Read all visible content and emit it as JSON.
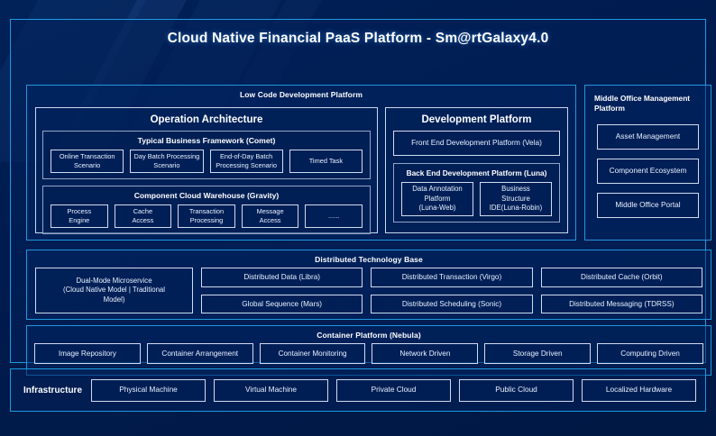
{
  "title": "Cloud Native Financial PaaS Platform - Sm@rtGalaxy4.0",
  "low_code": {
    "title": "Low Code Development Platform",
    "operation_architecture": {
      "title": "Operation Architecture",
      "business_framework": {
        "title": "Typical Business Framework (Comet)",
        "items": [
          "Online Transaction\nScenario",
          "Day Batch Processing\nScenario",
          "End-of-Day Batch\nProcessing Scenario",
          "Timed Task"
        ]
      },
      "component_warehouse": {
        "title": "Component Cloud Warehouse (Gravity)",
        "items": [
          "Process\nEngine",
          "Cache\nAccess",
          "Transaction\nProcessing",
          "Message\nAccess",
          "......"
        ]
      }
    },
    "development_platform": {
      "title": "Development Platform",
      "front_end": "Front End Development Platform (Vela)",
      "back_end": {
        "title": "Back End Development Platform (Luna)",
        "items": [
          "Data Annotation\nPlatform\n(Luna-Web)",
          "Business\nStructure\nIDE(Luna-Robin)"
        ]
      }
    }
  },
  "middle_office": {
    "title": "Middle Office Management Platform",
    "items": [
      "Asset Management",
      "Component Ecosystem",
      "Middle Office Portal"
    ]
  },
  "distributed_technology_base": {
    "title": "Distributed Technology Base",
    "dual_mode": "Dual-Mode Microservice\n(Cloud Native Model | Traditional\nModel)",
    "columns": [
      [
        "Distributed Data (Libra)",
        "Global Sequence (Mars)"
      ],
      [
        "Distributed Transaction (Virgo)",
        "Distributed Scheduling (Sonic)"
      ],
      [
        "Distributed Cache (Orbit)",
        "Distributed Messaging (TDRSS)"
      ]
    ]
  },
  "container_platform": {
    "title": "Container Platform (Nebula)",
    "items": [
      "Image Repository",
      "Container Arrangement",
      "Container Monitoring",
      "Network Driven",
      "Storage Driven",
      "Computing Driven"
    ]
  },
  "infrastructure": {
    "label": "Infrastructure",
    "items": [
      "Physical Machine",
      "Virtual Machine",
      "Private Cloud",
      "Public Cloud",
      "Localized Hardware"
    ]
  },
  "colors": {
    "background": "#001a4d",
    "accent_border": "#1b9ae0",
    "box_border": "#cfdcef",
    "text": "#ffffff"
  }
}
